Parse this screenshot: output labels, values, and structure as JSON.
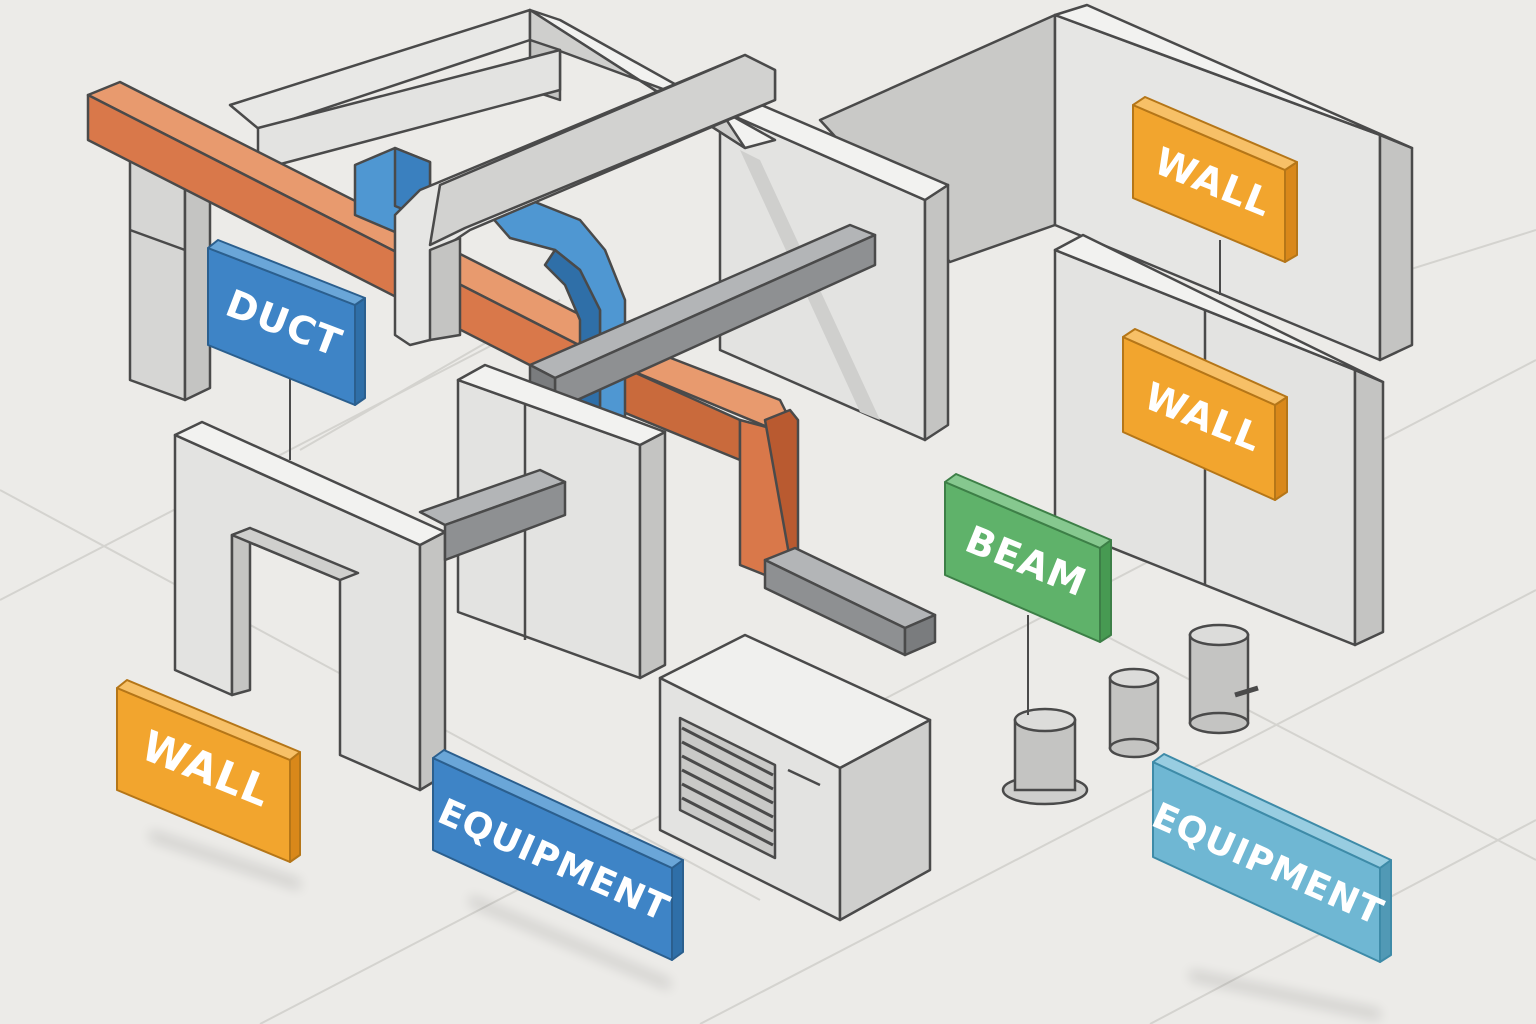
{
  "colors": {
    "background": "#ecebe8",
    "wall_front": "#e3e3e1",
    "wall_side": "#c4c4c2",
    "wall_top": "#f2f2f0",
    "outline": "#4a4a4a",
    "duct_orange": "#e08a5c",
    "duct_orange_dark": "#c06a3c",
    "duct_blue": "#4f97d2",
    "duct_blue_dark": "#2f6fa8",
    "beam_gray": "#9a9c9e",
    "beam_gray_dark": "#6f7173",
    "label_orange": "#f2a52e",
    "label_blue": "#3e84c6",
    "label_green": "#5fb26a",
    "label_teal": "#6fb7d3"
  },
  "labels": {
    "duct": "DUCT",
    "wall_top_right": "WALL",
    "wall_middle_right": "WALL",
    "wall_bottom_left": "WALL",
    "beam": "BEAM",
    "equipment_center": "EQUIPMENT",
    "equipment_right": "EQUIPMENT"
  }
}
